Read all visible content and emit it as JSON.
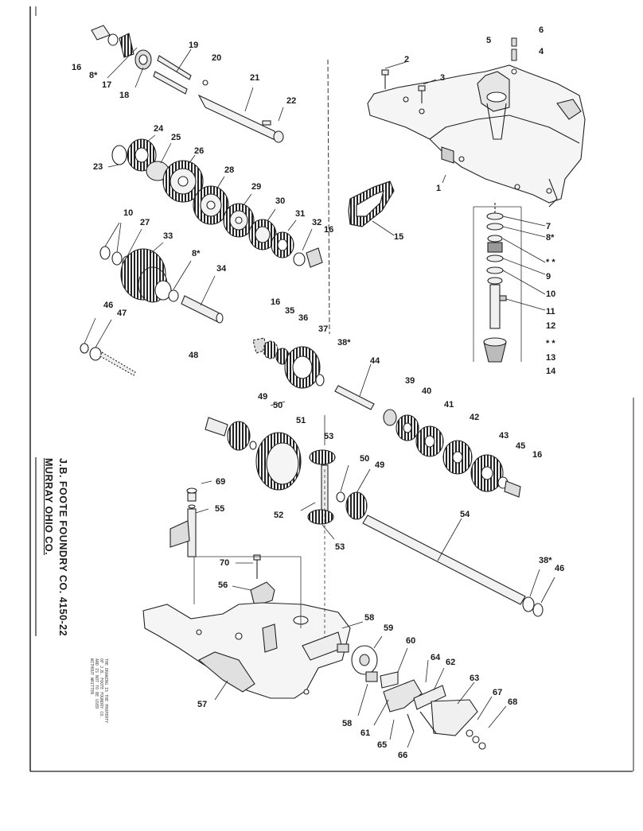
{
  "side_title": {
    "line1": "J.B. FOOTE FOUNDRY CO.   4150-22",
    "line2": "MURRAY OHIO CO."
  },
  "callouts": {
    "c2": "2",
    "c3": "3",
    "c4": "4",
    "c5": "5",
    "c6": "6",
    "c1": "1",
    "c7": "7",
    "c8a": "8*",
    "c8b": "8*",
    "c8c": "8*",
    "c9": "9",
    "c10a": "10",
    "c10b": "10",
    "c11": "11",
    "c12": "12",
    "c13": "13",
    "c14": "14",
    "dstar1": "* *",
    "dstar2": "* *",
    "c15": "15",
    "c16a": "16",
    "c16b": "16",
    "c16c": "16",
    "c16d": "16",
    "c17": "17",
    "c18": "18",
    "c19": "19",
    "c20": "20",
    "c21": "21",
    "c22": "22",
    "c23": "23",
    "c24": "24",
    "c25": "25",
    "c26": "26",
    "c27": "27",
    "c28": "28",
    "c29": "29",
    "c30": "30",
    "c31": "31",
    "c32": "32",
    "c33": "33",
    "c34": "34",
    "c35": "35",
    "c36": "36",
    "c37": "37",
    "c38a": "38*",
    "c38b": "38*",
    "c39": "39",
    "c40": "40",
    "c41": "41",
    "c42": "42",
    "c43": "43",
    "c44": "44",
    "c45": "45",
    "c46a": "46",
    "c46b": "46",
    "c47": "47",
    "c48": "48",
    "c49a": "49",
    "c49b": "49",
    "c50a": "50",
    "c50b": "50",
    "c51": "51",
    "c52": "52",
    "c53a": "53",
    "c53b": "53",
    "c54": "54",
    "c55": "55",
    "c56": "56",
    "c57": "57",
    "c58a": "58",
    "c58b": "58",
    "c59": "59",
    "c60": "60",
    "c61": "61",
    "c62": "62",
    "c63": "63",
    "c64": "64",
    "c65": "65",
    "c66": "66",
    "c67": "67",
    "c68": "68",
    "c69": "69",
    "c70": "70"
  },
  "stamp_lines": [
    "THE DRAWING IS THE PROPERTY",
    "OF J.B. FOOTE FOUNDRY CO.",
    "AND IS NOT TO BE USED",
    "WITHOUT WRITTEN"
  ],
  "colors": {
    "ink": "#1a1a1a",
    "paper": "#ffffff"
  }
}
